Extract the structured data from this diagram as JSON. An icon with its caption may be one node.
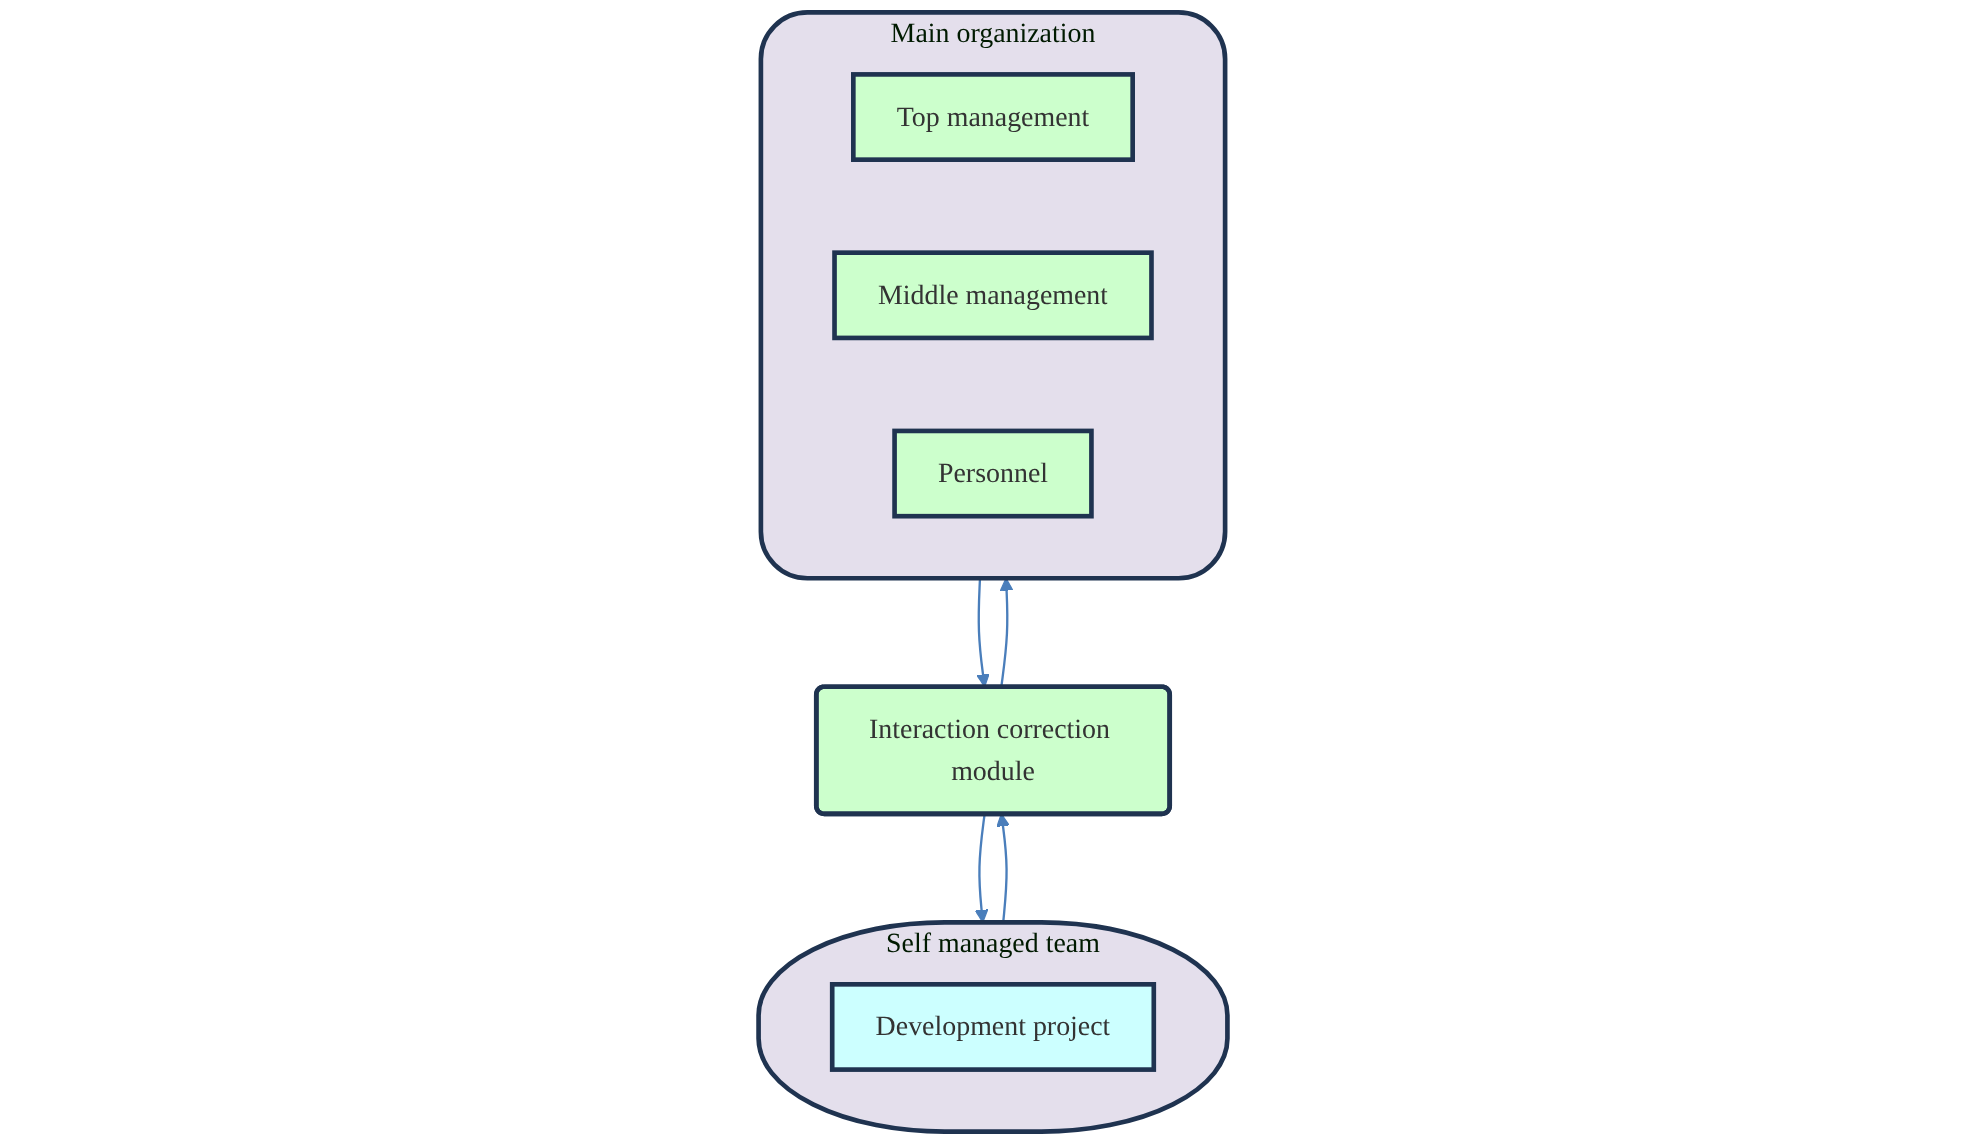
{
  "diagram": {
    "nodes": [
      {
        "text": [
          "Self managed team"
        ]
      },
      {
        "text": [
          "Development project"
        ],
        "in": 0
      },
      {
        "text": [
          "Main organization"
        ]
      },
      {
        "text": [
          "Top management"
        ],
        "in": 2
      },
      {
        "text": [
          "Middle management"
        ],
        "in": 2
      },
      {
        "text": [
          "Personnel"
        ],
        "in": 2
      },
      {
        "text": [
          "Interaction correction module"
        ]
      }
    ],
    "edges": [
      {
        "from": 0,
        "to": 6,
        "arrow": "to"
      },
      {
        "from": 6,
        "to": 0,
        "arrow": "to"
      },
      {
        "from": 2,
        "to": 6,
        "arrow": "to"
      },
      {
        "from": 6,
        "to": 2,
        "arrow": "to"
      }
    ]
  }
}
